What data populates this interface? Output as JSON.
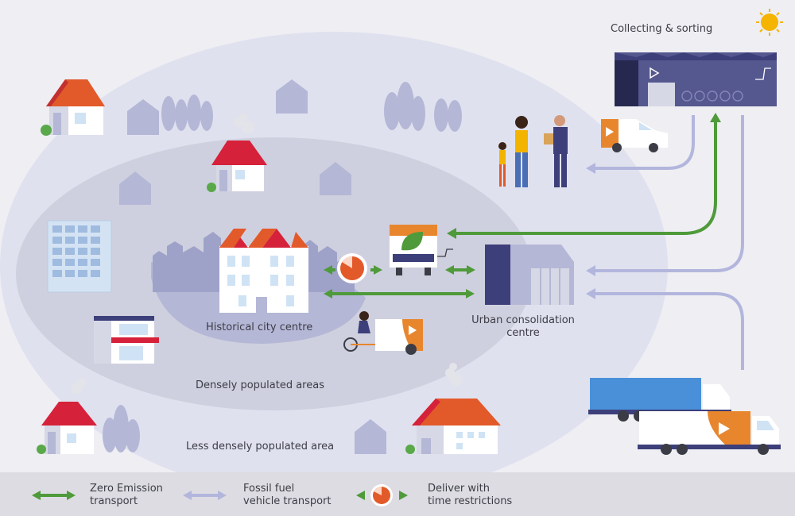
{
  "labels": {
    "collecting": "Collecting & sorting",
    "historical": "Historical city centre",
    "urban_line1": "Urban consolidation",
    "urban_line2": "centre",
    "dense": "Densely populated areas",
    "less_dense": "Less densely populated area"
  },
  "legend": [
    {
      "line1": "Zero Emission",
      "line2": "transport"
    },
    {
      "line1": "Fossil fuel",
      "line2": "vehicle transport"
    },
    {
      "line1": "Deliver with",
      "line2": "time restrictions"
    }
  ],
  "colors": {
    "green": "#4f9a3a",
    "lavender": "#b3b6dc",
    "orange": "#e8862e",
    "red_roof": "#d6213a",
    "orange_roof": "#e25a2a",
    "navy": "#3d3f7a",
    "blue_truck": "#4a90d9"
  }
}
